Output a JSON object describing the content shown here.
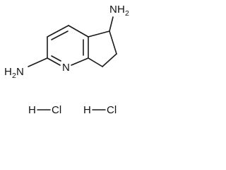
{
  "molecule": {
    "atoms": {
      "amine_top": {
        "symbol": "N",
        "h_count": "H",
        "h_sub": "2"
      },
      "amine_left": {
        "symbol": "N",
        "h_count": "H",
        "h_sub": "2"
      },
      "ring_nitrogen": {
        "symbol": "N"
      }
    },
    "salts": [
      {
        "h": "H",
        "cl": "Cl"
      },
      {
        "h": "H",
        "cl": "Cl"
      }
    ]
  }
}
